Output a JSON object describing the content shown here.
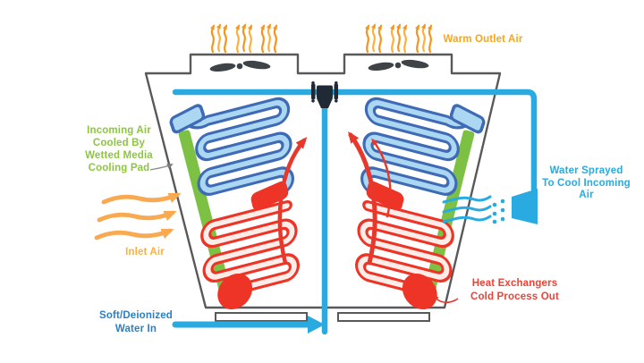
{
  "labels": {
    "warm_outlet_air": "Warm Outlet Air",
    "incoming_air": "Incoming Air\nCooled By\nWetted Media\nCooling Pad",
    "inlet_air": "Inlet Air",
    "water_sprayed": "Water Sprayed\nTo Cool Incoming\nAir",
    "heat_exchangers": "Heat Exchangers\nCold Process Out",
    "soft_water": "Soft/Deionized\nWater In"
  },
  "colors": {
    "pipe_cyan": "#29ABE2",
    "coil_blue_outline": "#3F6BB6",
    "coil_blue_fill": "#ABD7F3",
    "coil_red": "#ED3426",
    "pad_green": "#7CC144",
    "label_green": "#8CC63F",
    "label_orange": "#F9A51A",
    "inlet_arrow_orange": "#F9A950",
    "water_in_blue": "#2D7FC1",
    "outline_gray": "#58595B",
    "fan_dark": "#3E4347",
    "valve_dark": "#202A36",
    "arrow_red": "#E8382B",
    "label_red": "#EF4237"
  },
  "icons": {
    "fans": "fan-icon",
    "heat_wisps": "heat-wisp-icon",
    "spray_nozzle": "spray-nozzle-icon",
    "droplets": "water-droplet-icon",
    "valve": "pipe-tee-valve-icon",
    "inlet_arrows": "airflow-arrow-icon",
    "rising_air_arrows": "hot-air-rise-arrow-icon"
  }
}
